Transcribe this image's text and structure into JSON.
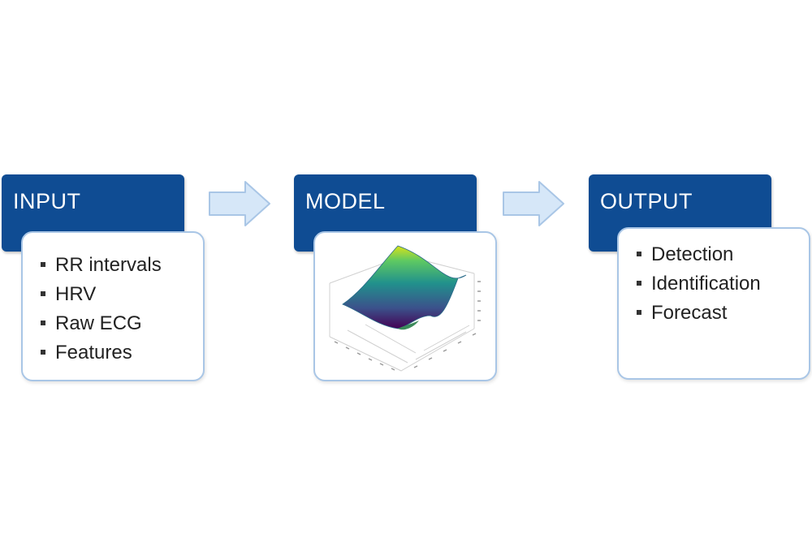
{
  "blocks": {
    "input": {
      "title": "INPUT",
      "items": [
        "RR intervals",
        "HRV",
        "Raw ECG",
        "Features"
      ]
    },
    "model": {
      "title": "MODEL"
    },
    "output": {
      "title": "OUTPUT",
      "items": [
        "Detection",
        "Identification",
        "Forecast"
      ]
    }
  },
  "colors": {
    "header": "#0f4c93",
    "card_border": "#a9c6e6",
    "arrow_fill": "#d6e7f8",
    "arrow_stroke": "#a9c6e6"
  },
  "icons": {
    "model_figure": "3d-surface-plot-icon",
    "flow_arrow": "right-arrow-icon"
  }
}
